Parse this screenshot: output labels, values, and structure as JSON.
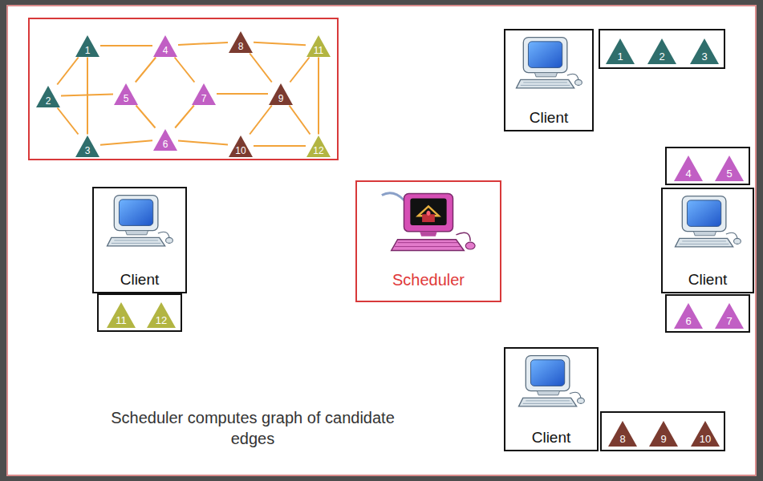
{
  "diagram": {
    "caption": "Scheduler computes graph of candidate edges",
    "nodes": [
      {
        "text": []
      },
      {
        "text": [
          "1"
        ],
        "in": 0
      },
      {
        "text": [
          "2"
        ],
        "in": 0
      },
      {
        "text": [
          "3"
        ],
        "in": 0
      },
      {
        "text": [
          "4"
        ],
        "in": 0
      },
      {
        "text": [
          "5"
        ],
        "in": 0
      },
      {
        "text": [
          "6"
        ],
        "in": 0
      },
      {
        "text": [
          "7"
        ],
        "in": 0
      },
      {
        "text": [
          "8"
        ],
        "in": 0
      },
      {
        "text": [
          "9"
        ],
        "in": 0
      },
      {
        "text": [
          "10"
        ],
        "in": 0
      },
      {
        "text": [
          "11"
        ],
        "in": 0
      },
      {
        "text": [
          "12"
        ],
        "in": 0
      },
      {
        "text": [
          "Client"
        ]
      },
      {
        "text": []
      },
      {
        "text": [
          "1"
        ],
        "in": 14
      },
      {
        "text": [
          "2"
        ],
        "in": 14
      },
      {
        "text": [
          "3"
        ],
        "in": 14
      },
      {
        "text": []
      },
      {
        "text": [
          "4"
        ],
        "in": 18
      },
      {
        "text": [
          "5"
        ],
        "in": 18
      },
      {
        "text": [
          "Client"
        ]
      },
      {
        "text": []
      },
      {
        "text": [
          "6"
        ],
        "in": 22
      },
      {
        "text": [
          "7"
        ],
        "in": 22
      },
      {
        "text": [
          "Client"
        ]
      },
      {
        "text": []
      },
      {
        "text": [
          "11"
        ],
        "in": 26
      },
      {
        "text": [
          "12"
        ],
        "in": 26
      },
      {
        "text": [
          "Scheduler"
        ]
      },
      {
        "text": [
          "Client"
        ]
      },
      {
        "text": []
      },
      {
        "text": [
          "8"
        ],
        "in": 31
      },
      {
        "text": [
          "9"
        ],
        "in": 31
      },
      {
        "text": [
          "10"
        ],
        "in": 31
      }
    ],
    "edges": [
      {
        "from": 1,
        "to": 4,
        "arrow": "none"
      },
      {
        "from": 4,
        "to": 8,
        "arrow": "none"
      },
      {
        "from": 8,
        "to": 11,
        "arrow": "none"
      },
      {
        "from": 3,
        "to": 6,
        "arrow": "none"
      },
      {
        "from": 6,
        "to": 10,
        "arrow": "none"
      },
      {
        "from": 10,
        "to": 12,
        "arrow": "none"
      },
      {
        "from": 1,
        "to": 3,
        "arrow": "none"
      },
      {
        "from": 2,
        "to": 1,
        "arrow": "none"
      },
      {
        "from": 2,
        "to": 3,
        "arrow": "none"
      },
      {
        "from": 2,
        "to": 5,
        "arrow": "none"
      },
      {
        "from": 5,
        "to": 4,
        "arrow": "none"
      },
      {
        "from": 4,
        "to": 7,
        "arrow": "none"
      },
      {
        "from": 7,
        "to": 6,
        "arrow": "none"
      },
      {
        "from": 6,
        "to": 5,
        "arrow": "none"
      },
      {
        "from": 7,
        "to": 9,
        "arrow": "none"
      },
      {
        "from": 8,
        "to": 9,
        "arrow": "none"
      },
      {
        "from": 9,
        "to": 10,
        "arrow": "none"
      },
      {
        "from": 9,
        "to": 11,
        "arrow": "none"
      },
      {
        "from": 9,
        "to": 12,
        "arrow": "none"
      },
      {
        "from": 11,
        "to": 12,
        "arrow": "none"
      }
    ]
  }
}
